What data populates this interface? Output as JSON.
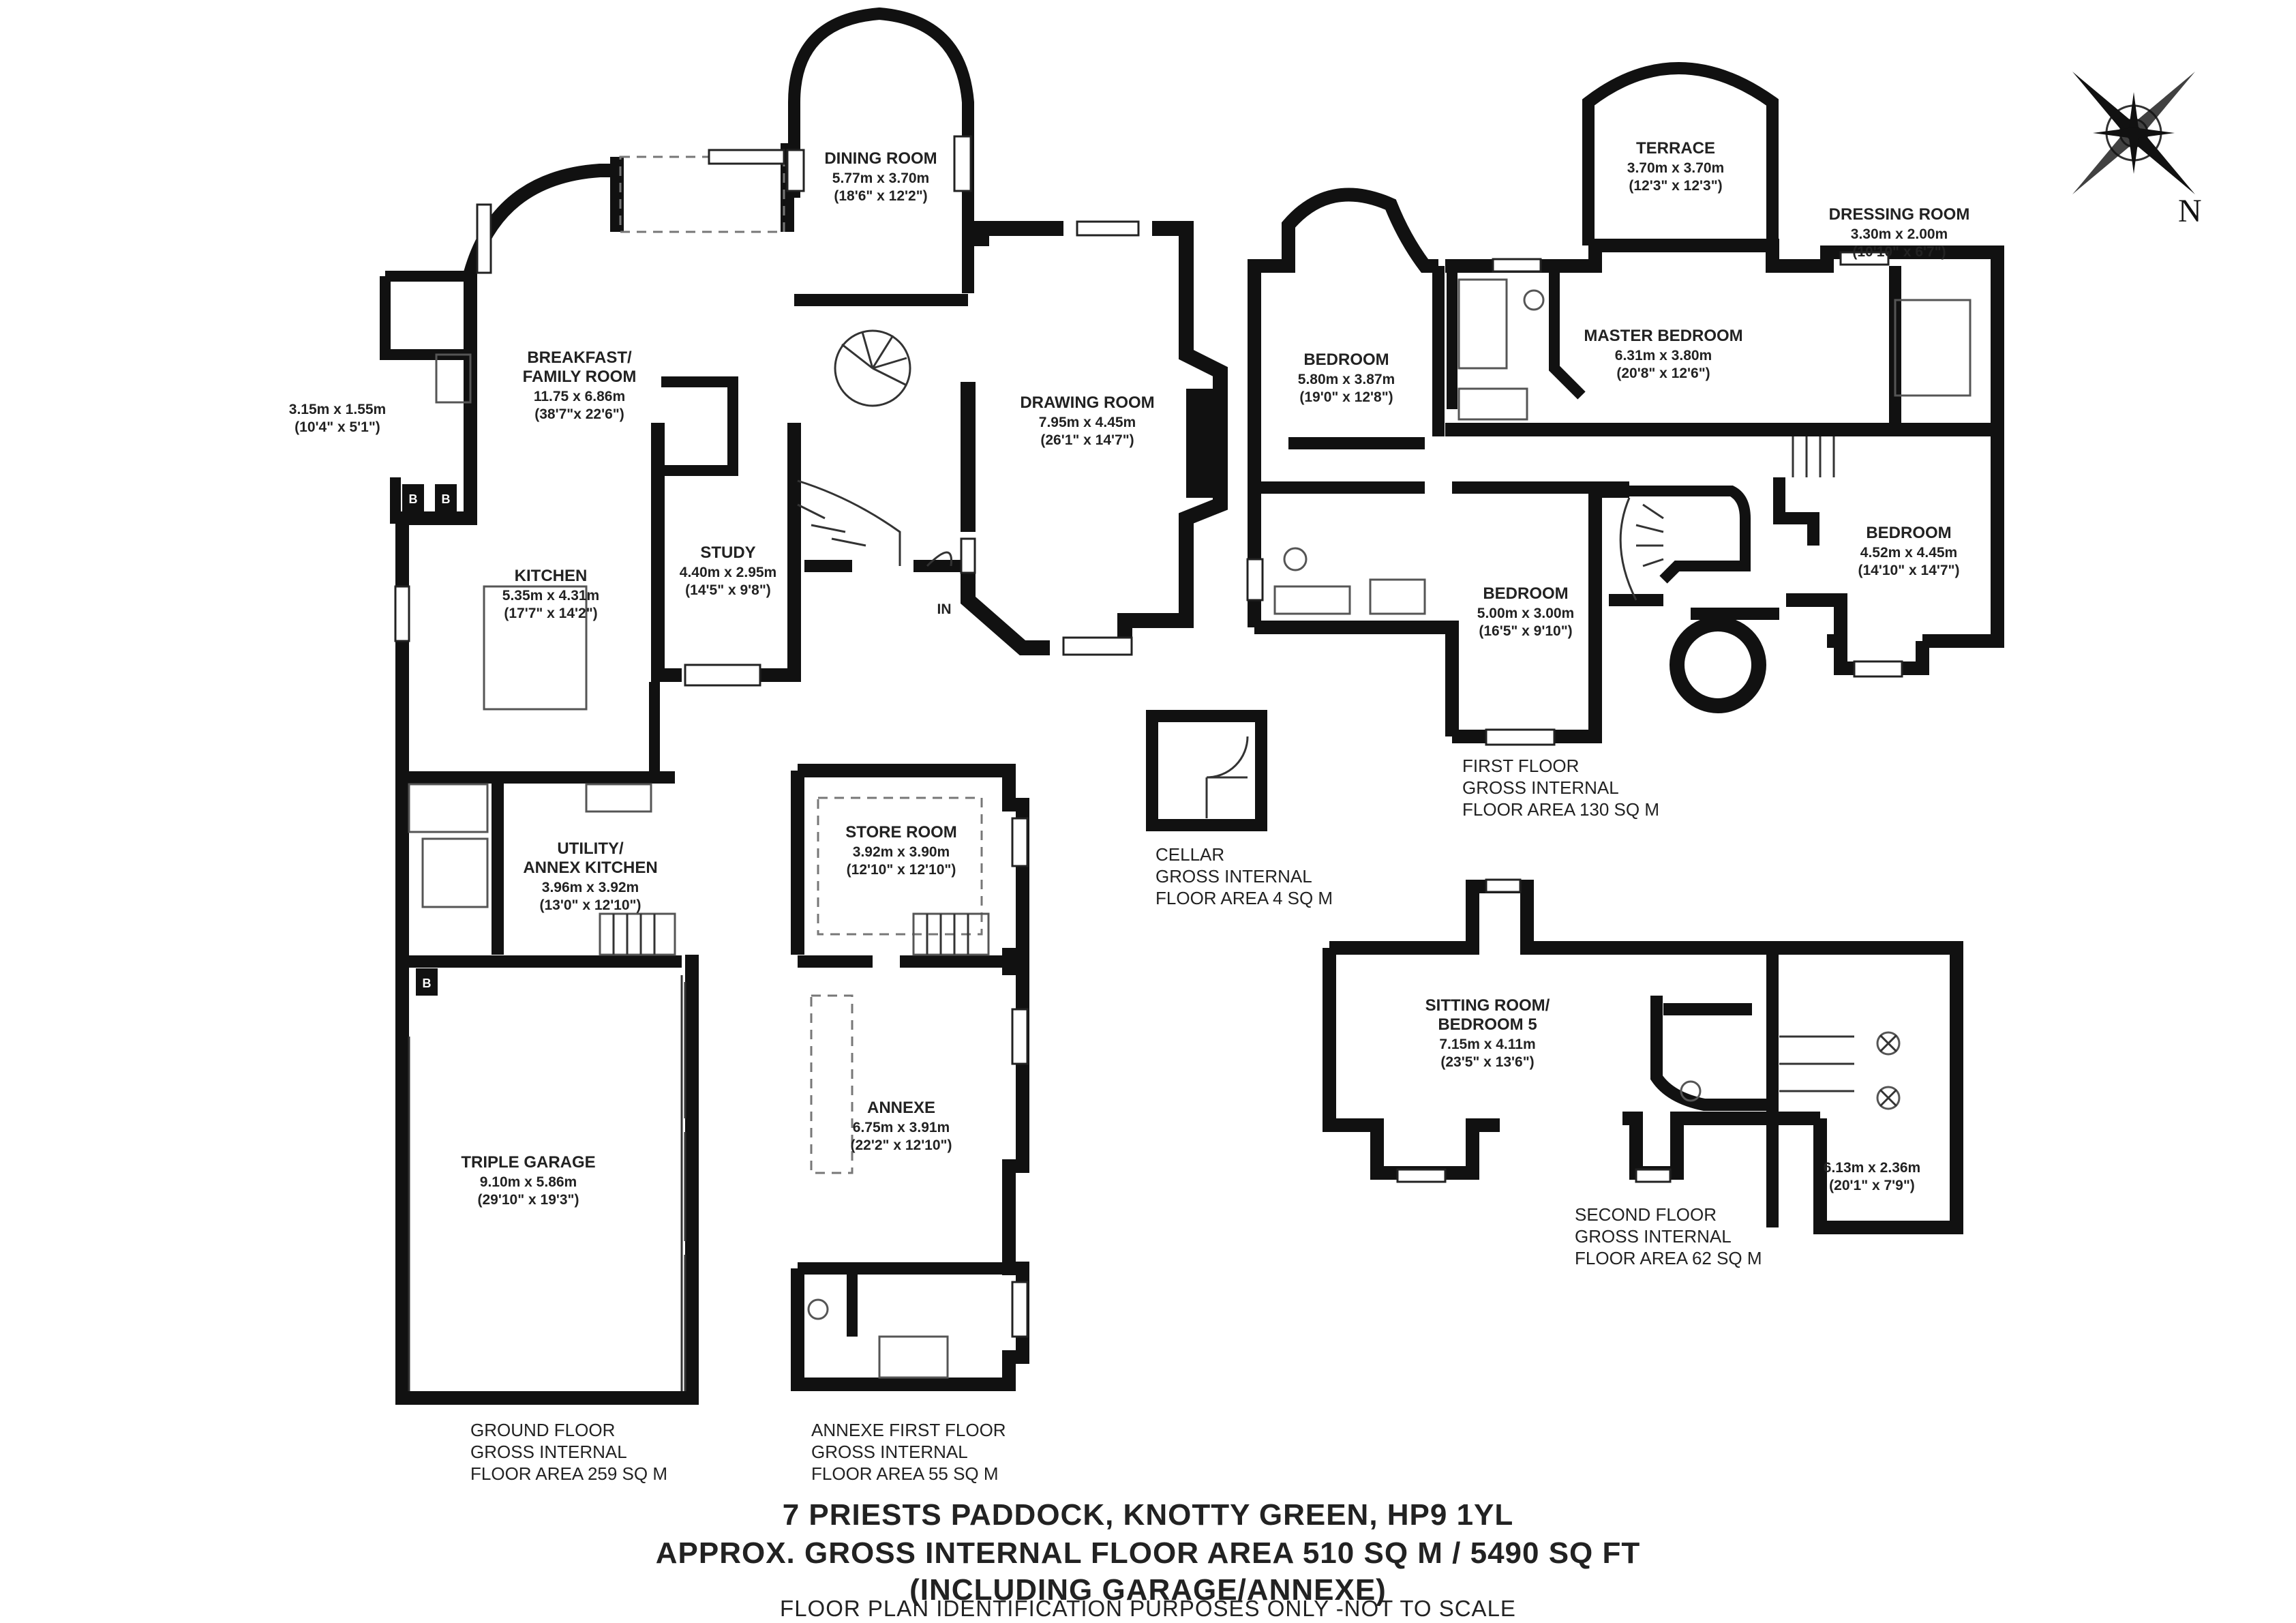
{
  "rooms": {
    "breakfast": {
      "name1": "BREAKFAST/",
      "name2": "FAMILY ROOM",
      "metric": "11.75 x 6.86m",
      "imperial": "(38'7\"x 22'6\")"
    },
    "dining": {
      "name": "DINING ROOM",
      "metric": "5.77m x 3.70m",
      "imperial": "(18'6\" x 12'2\")"
    },
    "drawing": {
      "name": "DRAWING ROOM",
      "metric": "7.95m x 4.45m",
      "imperial": "(26'1\" x 14'7\")"
    },
    "small_room": {
      "metric": "3.15m x 1.55m",
      "imperial": "(10'4\" x 5'1\")"
    },
    "kitchen": {
      "name": "KITCHEN",
      "metric": "5.35m x 4.31m",
      "imperial": "(17'7\" x 14'2\")"
    },
    "study": {
      "name": "STUDY",
      "metric": "4.40m x 2.95m",
      "imperial": "(14'5\" x 9'8\")"
    },
    "utility": {
      "name1": "UTILITY/",
      "name2": "ANNEX KITCHEN",
      "metric": "3.96m x 3.92m",
      "imperial": "(13'0\" x 12'10\")"
    },
    "garage": {
      "name": "TRIPLE GARAGE",
      "metric": "9.10m x 5.86m",
      "imperial": "(29'10\" x 19'3\")"
    },
    "store": {
      "name": "STORE ROOM",
      "metric": "3.92m x 3.90m",
      "imperial": "(12'10\" x 12'10\")"
    },
    "annexe": {
      "name": "ANNEXE",
      "metric": "6.75m x 3.91m",
      "imperial": "(22'2\" x 12'10\")"
    },
    "terrace": {
      "name": "TERRACE",
      "metric": "3.70m x 3.70m",
      "imperial": "(12'3\" x 12'3\")"
    },
    "dressing": {
      "name": "DRESSING ROOM",
      "metric": "3.30m x 2.00m",
      "imperial": "(10'10\" x 6'7\")"
    },
    "master": {
      "name": "MASTER BEDROOM",
      "metric": "6.31m x 3.80m",
      "imperial": "(20'8\" x 12'6\")"
    },
    "bedroom_a": {
      "name": "BEDROOM",
      "metric": "5.80m x 3.87m",
      "imperial": "(19'0\" x 12'8\")"
    },
    "bedroom_b": {
      "name": "BEDROOM",
      "metric": "5.00m x 3.00m",
      "imperial": "(16'5\" x 9'10\")"
    },
    "bedroom_c": {
      "name": "BEDROOM",
      "metric": "4.52m x 4.45m",
      "imperial": "(14'10\" x 14'7\")"
    },
    "sitting": {
      "name1": "SITTING ROOM/",
      "name2": "BEDROOM 5",
      "metric": "7.15m x 4.11m",
      "imperial": "(23'5\" x 13'6\")"
    },
    "eaves": {
      "metric": "6.13m x 2.36m",
      "imperial": "(20'1\" x 7'9\")"
    }
  },
  "markers": {
    "boiler": "B",
    "entrance": "IN",
    "north": "N"
  },
  "floors": {
    "ground": [
      "GROUND FLOOR",
      "GROSS INTERNAL",
      "FLOOR AREA 259 SQ M"
    ],
    "annexe_first": [
      "ANNEXE FIRST FLOOR",
      "GROSS INTERNAL",
      "FLOOR AREA 55 SQ M"
    ],
    "cellar": [
      "CELLAR",
      "GROSS INTERNAL",
      "FLOOR AREA 4 SQ M"
    ],
    "first": [
      "FIRST FLOOR",
      "GROSS INTERNAL",
      "FLOOR AREA 130 SQ M"
    ],
    "second": [
      "SECOND FLOOR",
      "GROSS INTERNAL",
      "FLOOR AREA 62 SQ M"
    ]
  },
  "footer": {
    "address": "7 PRIESTS PADDOCK, KNOTTY GREEN, HP9 1YL",
    "area": "APPROX. GROSS INTERNAL FLOOR AREA 510 SQ M / 5490 SQ FT",
    "including": "(INCLUDING GARAGE/ANNEXE)",
    "disclaimer": "FLOOR PLAN IDENTIFICATION PURPOSES ONLY -NOT TO SCALE"
  }
}
